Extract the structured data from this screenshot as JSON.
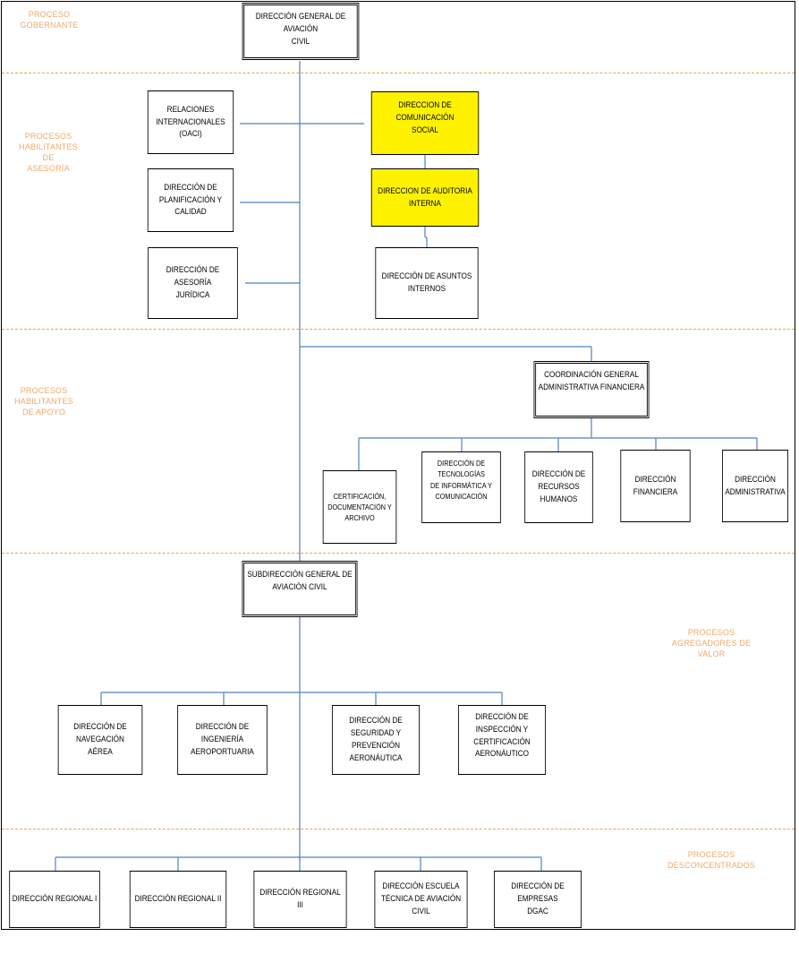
{
  "zones": {
    "governing": "PROCESO\nGOBERNANTE",
    "advisory": "PROCESOS\nHABILITANTES DE\nASESORÍA",
    "support": "PROCESOS\nHABILITANTES\nDE APOYO",
    "value": "PROCESOS\nAGREGADORES DE\nVALOR",
    "deconcentrated": "PROCESOS\nDESCONCENTRADOS"
  },
  "units": {
    "dgac": "DIRECCIÓN GENERAL DE AVIACIÓN\nCIVIL",
    "relaciones": "RELACIONES\nINTERNACIONALES (OACI)",
    "planificacion": "DIRECCIÓN DE\nPLANIFICACIÓN Y CALIDAD",
    "asesoria": "DIRECCIÓN DE ASESORÍA\nJURÍDICA",
    "comunicacion": "DIRECCION DE COMUNICACIÓN\nSOCIAL",
    "auditoria": "DIRECCION   DE AUDITORIA INTERNA",
    "asuntos": "DIRECCIÓN DE ASUNTOS INTERNOS",
    "coordinacion": "COORDINACIÓN GENERAL\nADMINISTRATIVA FINANCIERA",
    "certificacion": "CERTIFICACIÓN,\nDOCUMENTACIÓN Y\nARCHIVO",
    "tecnologias": "DIRECCIÓN DE TECNOLOGÍAS\nDE INFORMÁTICA Y\nCOMUNICACIÓN",
    "rrhh": "DIRECCIÓN DE\nRECURSOS HUMANOS",
    "financiera": "DIRECCIÓN FINANCIERA",
    "administrativa": "DIRECCIÓN\nADMINISTRATIVA",
    "subdireccion": "SUBDIRECCIÓN GENERAL DE\nAVIACIÓN CIVIL",
    "navegacion": "DIRECCIÓN DE NAVEGACIÓN\nAÉREA",
    "ingenieria": "DIRECCIÓN DE INGENIERÍA\nAEROPORTUARIA",
    "seguridad": "DIRECCIÓN DE SEGURIDAD Y\nPREVENCIÓN AERONÁUTICA",
    "inspeccion": "DIRECCIÓN DE INSPECCIÓN Y\nCERTIFICACIÓN\nAERONÁUTICO",
    "regional1": "DIRECCIÓN REGIONAL I",
    "regional2": "DIRECCIÓN REGIONAL II",
    "regional3": "DIRECCIÓN REGIONAL III",
    "escuela": "DIRECCIÓN ESCUELA\nTÉCNICA DE AVIACIÓN CIVIL",
    "empresas": "DIRECCIÓN DE EMPRESAS\nDGAC"
  },
  "colors": {
    "connector": "#4f81bd",
    "zone_label": "#f4a868",
    "separator": "#f0a050",
    "highlight": "#fff200"
  }
}
